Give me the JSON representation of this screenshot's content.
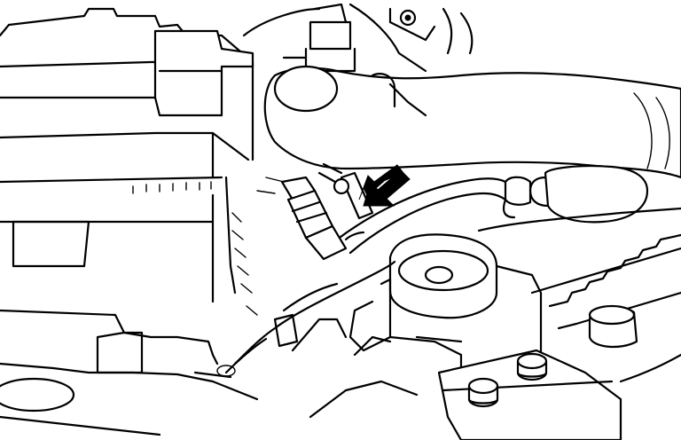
{
  "figure": {
    "background": "#ffffff",
    "line_color": "#000000",
    "highlight_arrow_color": "#000000"
  },
  "components": [
    {
      "name": "battery",
      "icon": "battery-icon"
    },
    {
      "name": "upper-hose",
      "icon": "hose-icon"
    },
    {
      "name": "pressure-switch",
      "icon": "sensor-icon"
    },
    {
      "name": "engine-mount",
      "icon": "mount-icon"
    },
    {
      "name": "mount-bolts",
      "icon": "bolt-icon"
    },
    {
      "name": "indicator-arrow",
      "icon": "arrow-icon"
    }
  ]
}
